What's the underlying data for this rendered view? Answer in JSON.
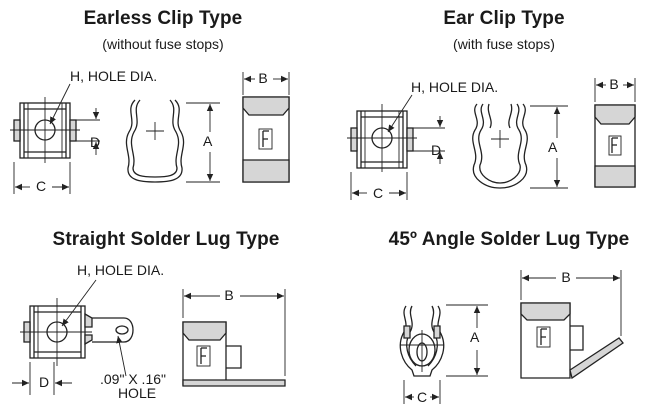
{
  "sections": [
    {
      "title": "Earless Clip Type",
      "subtitle": "(without fuse stops)",
      "labels": {
        "hole": "H, HOLE DIA.",
        "d": "D",
        "c": "C",
        "a": "A",
        "b": "B"
      }
    },
    {
      "title": "Ear Clip Type",
      "subtitle": "(with fuse stops)",
      "labels": {
        "hole": "H, HOLE DIA.",
        "d": "D",
        "c": "C",
        "a": "A",
        "b": "B"
      }
    },
    {
      "title": "Straight Solder Lug Type",
      "labels": {
        "hole": "H, HOLE DIA.",
        "d": "D",
        "b": "B",
        "slot": ".09\" X .16\"",
        "slot2": "HOLE"
      }
    },
    {
      "title": "45º Angle Solder Lug Type",
      "labels": {
        "a": "A",
        "b": "B",
        "c": "C"
      }
    }
  ],
  "colors": {
    "line": "#222222",
    "shade": "#d6d6d6",
    "background": "#ffffff"
  },
  "icons": [
    "fuse-clip-logo-icon"
  ]
}
